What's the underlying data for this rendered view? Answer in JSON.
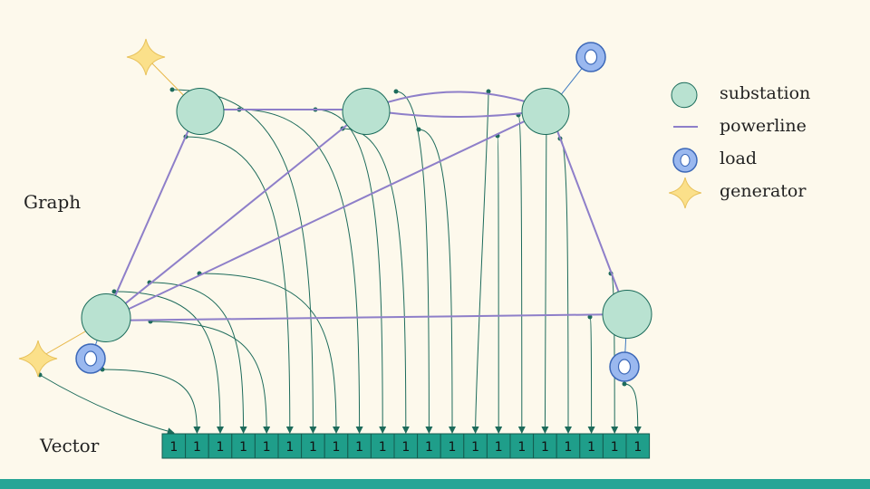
{
  "labels": {
    "graph": "Graph",
    "vector": "Vector"
  },
  "legend": {
    "substation": "substation",
    "powerline": "powerline",
    "load": "load",
    "generator": "generator"
  },
  "vector": {
    "cells": [
      "1",
      "1",
      "1",
      "1",
      "1",
      "1",
      "1",
      "1",
      "1",
      "1",
      "1",
      "1",
      "1",
      "1",
      "1",
      "1",
      "1",
      "1",
      "1",
      "1",
      "1"
    ]
  },
  "colors": {
    "background": "#fdf9ec",
    "substation_fill": "#b9e2d1",
    "substation_stroke": "#1a6b5a",
    "powerline": "#8e7fc9",
    "load_fill": "#9ab8ef",
    "load_stroke": "#3c68b8",
    "generator_fill": "#fbe08a",
    "generator_stroke": "#e8c25c",
    "connector": "#1d6b5b",
    "vector_cell": "#1f9e8a",
    "bottom_bar": "#27a596"
  }
}
